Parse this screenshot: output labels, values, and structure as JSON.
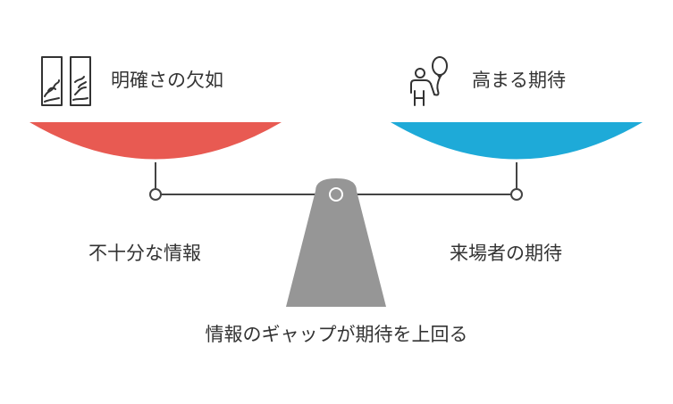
{
  "diagram": {
    "left": {
      "title": "明確さの欠如",
      "subtitle": "不十分な情報",
      "icon": "painting-icon",
      "color": "#E85A52"
    },
    "right": {
      "title": "高まる期待",
      "subtitle": "来場者の期待",
      "icon": "person-with-balloon-icon",
      "color": "#1EAAD8"
    },
    "caption": "情報のギャップが期待を上回る",
    "fulcrum_color": "#969696",
    "beam_color": "#444444"
  }
}
